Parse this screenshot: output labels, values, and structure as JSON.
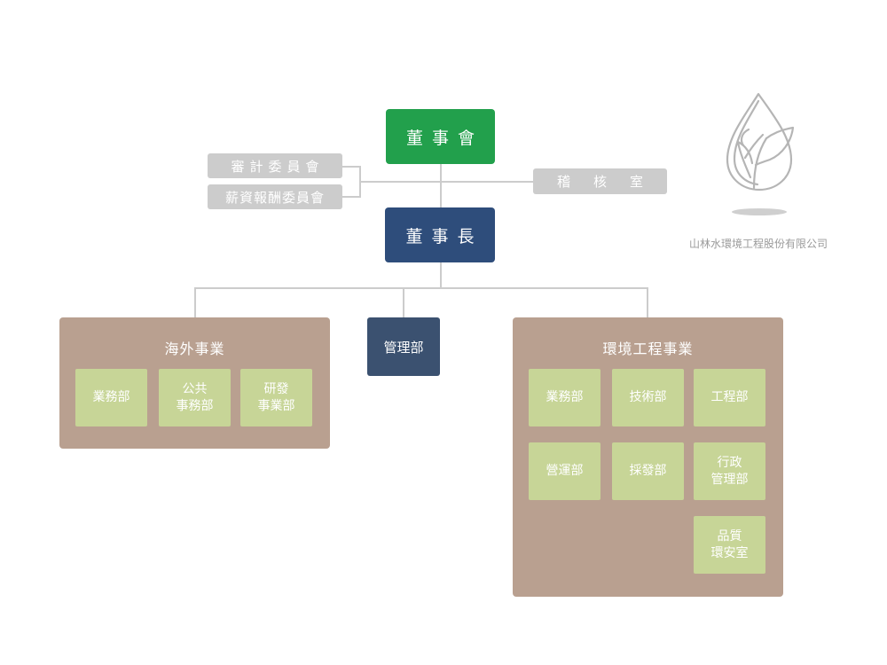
{
  "board": "董事會",
  "chairman": "董事長",
  "audit_committee": "審計委員會",
  "compensation_committee": "薪資報酬委員會",
  "audit_office": "稽核室",
  "management_dept": "管理部",
  "overseas": {
    "title": "海外事業",
    "depts": [
      "業務部",
      "公共\n事務部",
      "研發\n事業部"
    ]
  },
  "env_engineering": {
    "title": "環境工程事業",
    "depts": [
      "業務部",
      "技術部",
      "工程部",
      "營運部",
      "採發部",
      "行政\n管理部",
      "品質\n環安室"
    ]
  },
  "company_name": "山林水環境工程股份有限公司",
  "colors": {
    "board": "#22a04c",
    "chairman": "#2e4d7b",
    "committee": "#cccccc",
    "management": "#3b5170",
    "division_panel": "#b9a090",
    "department": "#c7d597",
    "logo": "#b5b5b5"
  },
  "logo_icon": "leaf-drop-icon"
}
